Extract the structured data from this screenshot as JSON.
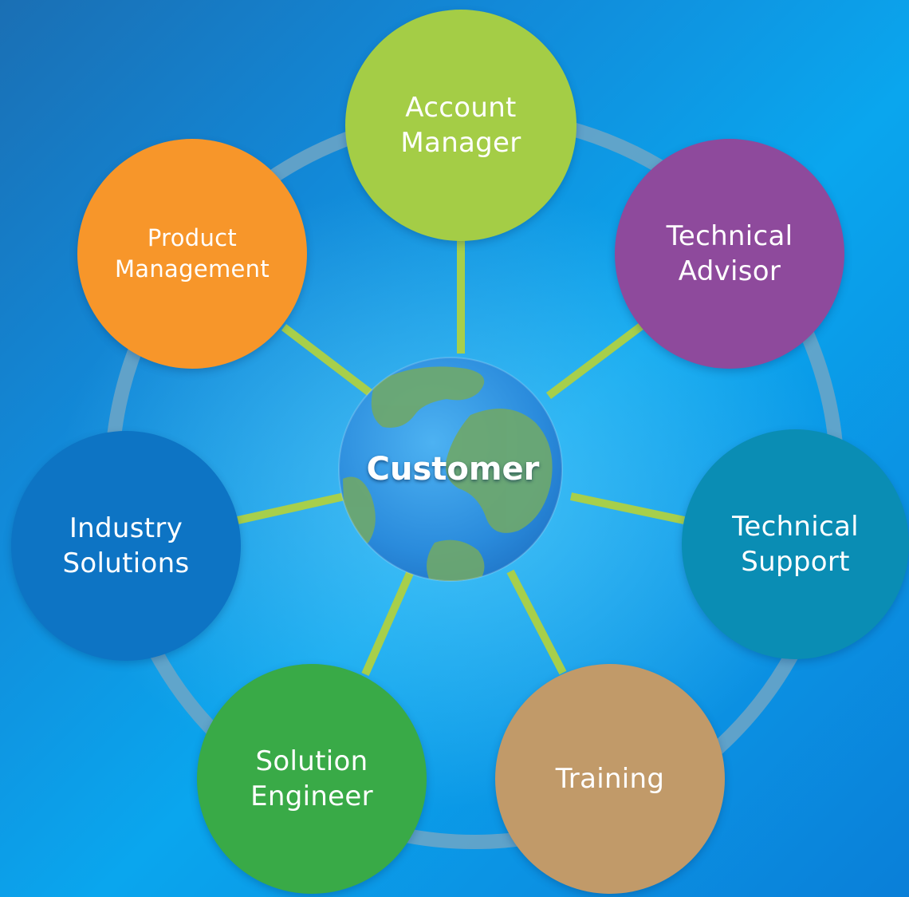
{
  "center": {
    "label": "Customer"
  },
  "nodes": [
    {
      "key": "account-manager",
      "label": "Account\nManager",
      "color": "#a4cd46"
    },
    {
      "key": "technical-advisor",
      "label": "Technical\nAdvisor",
      "color": "#8e4a9c"
    },
    {
      "key": "technical-support",
      "label": "Technical\nSupport",
      "color": "#0a8db4"
    },
    {
      "key": "training",
      "label": "Training",
      "color": "#c19a69"
    },
    {
      "key": "solution-engineer",
      "label": "Solution\nEngineer",
      "color": "#39aa47"
    },
    {
      "key": "industry-solutions",
      "label": "Industry\nSolutions",
      "color": "#0d74c4"
    },
    {
      "key": "product-management",
      "label": "Product\nManagement",
      "color": "#f7962a"
    }
  ],
  "colors": {
    "connector": "#a7cf4b",
    "ring": "#6ea6c5",
    "globe_ocean": "#2b8fde",
    "globe_land": "#6fa86a"
  }
}
